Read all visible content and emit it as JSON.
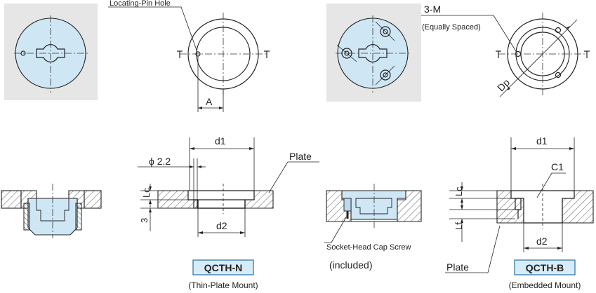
{
  "labels": {
    "locating_pin_hole": "Locating-Pin Hole",
    "dim_a": "A",
    "three_m": "3-M",
    "equally_spaced": "(Equally Spaced)",
    "dp": "Dp",
    "d1_left": "d1",
    "d1_right": "d1",
    "phi_22": "ϕ 2.2",
    "plate_left": "Plate",
    "plate_right": "Plate",
    "lc_left": "Lc",
    "lc_right": "Lc",
    "three": "3",
    "d2_left": "d2",
    "d2_right": "d2",
    "c1": "C1",
    "lf": "Lf",
    "socket_head_cap_screw": "Socket-Head Cap Screw",
    "included": "(included)"
  },
  "models": [
    {
      "name": "QCTH-N",
      "mount": "(Thin-Plate Mount)"
    },
    {
      "name": "QCTH-B",
      "mount": "(Embedded Mount)"
    }
  ],
  "colors": {
    "part_fill": "#cfe6f5",
    "photo_bg": "#e6e6e6",
    "badge_border": "#2a6ea3"
  }
}
